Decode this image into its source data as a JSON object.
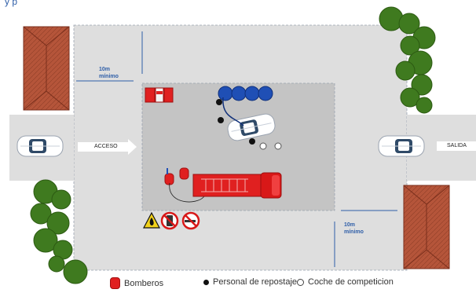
{
  "header_fragment": "y p",
  "labels": {
    "entrance": "ACCESO",
    "exit": "SALIDA",
    "distance_top": {
      "value": "10m",
      "qualifier": "mínimo"
    },
    "distance_bottom": {
      "value": "10m",
      "qualifier": "mínimo"
    }
  },
  "legend": [
    {
      "icon": "red-rounded-rect-icon",
      "label": "Bomberos"
    },
    {
      "icon": "black-dot-icon",
      "label": "Personal de repostaje"
    },
    {
      "icon": "white-circle-icon",
      "label": "Coche de competicion"
    }
  ],
  "colors": {
    "ground": "#dcdcdc",
    "zone": "#c8c8c8",
    "road": "#dedede",
    "roof": "#b5553a",
    "measure_line": "#2e5ea8",
    "fire_red": "#e02020",
    "barrel_blue": "#1f4fb5",
    "tree_green": "#3f7a1f"
  }
}
